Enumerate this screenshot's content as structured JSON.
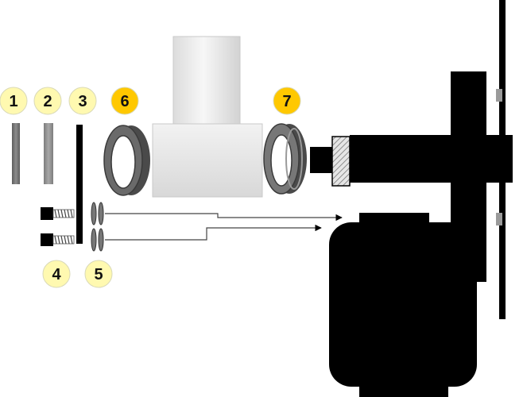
{
  "callouts": [
    {
      "label": "1",
      "part": "gasket-plate",
      "style": "light"
    },
    {
      "label": "2",
      "part": "filter-plate",
      "style": "light"
    },
    {
      "label": "3",
      "part": "mounting-plate",
      "style": "light"
    },
    {
      "label": "4",
      "part": "screw",
      "style": "light"
    },
    {
      "label": "5",
      "part": "washer",
      "style": "light"
    },
    {
      "label": "6",
      "part": "left-seal-ring",
      "style": "highlight"
    },
    {
      "label": "7",
      "part": "right-seal-ring",
      "style": "highlight"
    }
  ],
  "colors": {
    "callout_light": "#fff9b0",
    "callout_highlight": "#ffc800",
    "callout_stroke": "#d9d9b8",
    "motor": "#000000",
    "housing_light": "#f4f4f4",
    "housing_shade": "#cfcfcf",
    "ring": "#5a5a5a",
    "plate": "#7a7a7a"
  }
}
